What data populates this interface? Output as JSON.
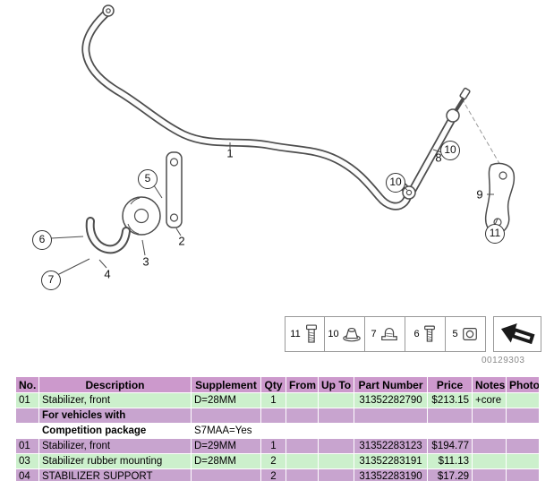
{
  "diagram": {
    "code": "00129303",
    "callouts": [
      {
        "n": "1",
        "style": "plain"
      },
      {
        "n": "2",
        "style": "plain"
      },
      {
        "n": "3",
        "style": "plain"
      },
      {
        "n": "4",
        "style": "plain"
      },
      {
        "n": "5",
        "style": "circled"
      },
      {
        "n": "6",
        "style": "circled"
      },
      {
        "n": "7",
        "style": "circled"
      },
      {
        "n": "8",
        "style": "plain"
      },
      {
        "n": "9",
        "style": "plain"
      },
      {
        "n": "10",
        "style": "circled"
      },
      {
        "n": "10",
        "style": "circled"
      },
      {
        "n": "11",
        "style": "circled"
      }
    ],
    "legend": [
      {
        "n": "11",
        "icon": "bolt-icon"
      },
      {
        "n": "10",
        "icon": "flange-nut-icon"
      },
      {
        "n": "7",
        "icon": "grommet-icon"
      },
      {
        "n": "6",
        "icon": "screw-icon"
      },
      {
        "n": "5",
        "icon": "block-nut-icon"
      }
    ]
  },
  "table": {
    "headers": {
      "no": "No.",
      "description": "Description",
      "supplement": "Supplement",
      "qty": "Qty",
      "from": "From",
      "up_to": "Up To",
      "part_number": "Part Number",
      "price": "Price",
      "notes": "Notes",
      "photo": "Photo"
    },
    "rows": [
      {
        "no": "01",
        "description": "Stabilizer, front",
        "supplement": "D=28MM",
        "qty": "1",
        "from": "",
        "up_to": "",
        "part_number": "31352282790",
        "price": "$213.15",
        "notes": "+core",
        "photo": ""
      },
      {
        "no": "",
        "description": "For vehicles with",
        "supplement": "",
        "qty": "",
        "from": "",
        "up_to": "",
        "part_number": "",
        "price": "",
        "notes": "",
        "photo": ""
      },
      {
        "no": "",
        "description": "Competition package",
        "supplement": "S7MAA=Yes",
        "qty": "",
        "from": "",
        "up_to": "",
        "part_number": "",
        "price": "",
        "notes": "",
        "photo": ""
      },
      {
        "no": "01",
        "description": "Stabilizer, front",
        "supplement": "D=29MM",
        "qty": "1",
        "from": "",
        "up_to": "",
        "part_number": "31352283123",
        "price": "$194.77",
        "notes": "",
        "photo": ""
      },
      {
        "no": "03",
        "description": "Stabilizer rubber mounting",
        "supplement": "D=28MM",
        "qty": "2",
        "from": "",
        "up_to": "",
        "part_number": "31352283191",
        "price": "$11.13",
        "notes": "",
        "photo": ""
      },
      {
        "no": "04",
        "description": "STABILIZER SUPPORT",
        "supplement": "",
        "qty": "2",
        "from": "",
        "up_to": "",
        "part_number": "31352283190",
        "price": "$17.29",
        "notes": "",
        "photo": ""
      }
    ]
  },
  "colors": {
    "header_bg": "#cc99cc",
    "row_green": "#ccf0cc",
    "row_highlight": "#c8a4cf",
    "diagram_line": "#4d4d4d"
  }
}
